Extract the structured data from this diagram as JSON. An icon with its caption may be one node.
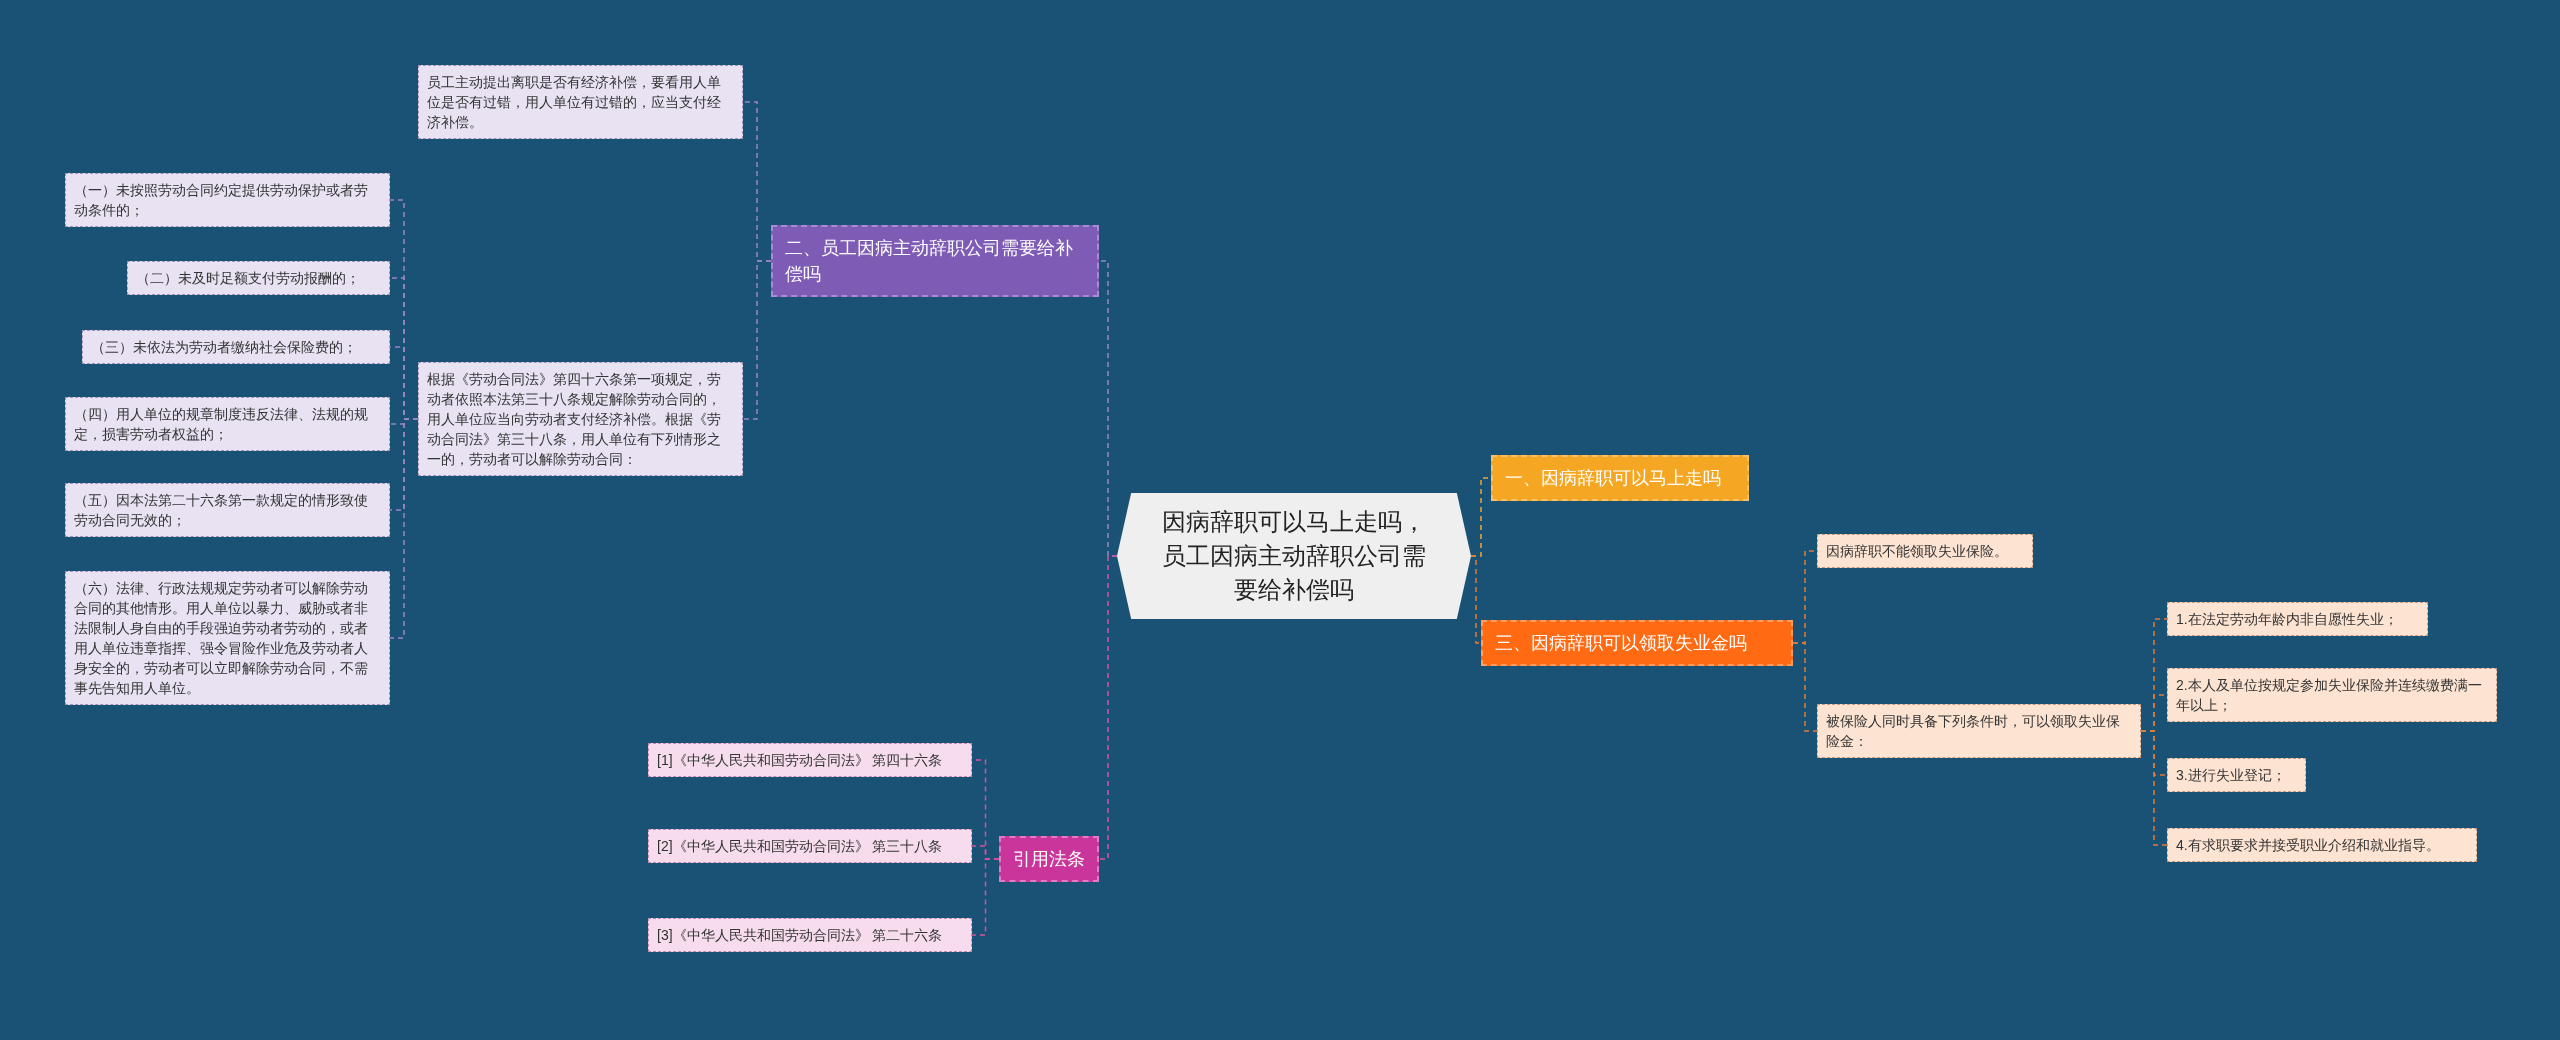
{
  "diagram": {
    "nodes": [
      {
        "text": [
          "因病辞职可以马上走吗，员工因病主动辞职公司需要给补偿吗"
        ]
      },
      {
        "text": [
          "一、因病辞职可以马上走吗"
        ]
      },
      {
        "text": [
          "三、因病辞职可以领取失业金吗"
        ]
      },
      {
        "text": [
          "因病辞职不能领取失业保险。"
        ]
      },
      {
        "text": [
          "被保险人同时具备下列条件时，可以领取失业保险金："
        ]
      },
      {
        "text": [
          "1.在法定劳动年龄内非自愿性失业；"
        ]
      },
      {
        "text": [
          "2.本人及单位按规定参加失业保险并连续缴费满一年以上；"
        ]
      },
      {
        "text": [
          "3.进行失业登记；"
        ]
      },
      {
        "text": [
          "4.有求职要求并接受职业介绍和就业指导。"
        ]
      },
      {
        "text": [
          "二、员工因病主动辞职公司需要给补偿吗"
        ]
      },
      {
        "text": [
          "员工主动提出离职是否有经济补偿，要看用人单位是否有过错，用人单位有过错的，应当支付经济补偿。"
        ]
      },
      {
        "text": [
          "根据《劳动合同法》第四十六条第一项规定，劳动者依照本法第三十八条规定解除劳动合同的，用人单位应当向劳动者支付经济补偿。根据《劳动合同法》第三十八条，用人单位有下列情形之一的，劳动者可以解除劳动合同："
        ]
      },
      {
        "text": [
          "（一）未按照劳动合同约定提供劳动保护或者劳动条件的；"
        ]
      },
      {
        "text": [
          "（二）未及时足额支付劳动报酬的；"
        ]
      },
      {
        "text": [
          "（三）未依法为劳动者缴纳社会保险费的；"
        ]
      },
      {
        "text": [
          "（四）用人单位的规章制度违反法律、法规的规定，损害劳动者权益的；"
        ]
      },
      {
        "text": [
          "（五）因本法第二十六条第一款规定的情形致使劳动合同无效的；"
        ]
      },
      {
        "text": [
          "（六）法律、行政法规规定劳动者可以解除劳动合同的其他情形。用人单位以暴力、威胁或者非法限制人身自由的手段强迫劳动者劳动的，或者用人单位违章指挥、强令冒险作业危及劳动者人身安全的，劳动者可以立即解除劳动合同，不需事先告知用人单位。"
        ]
      },
      {
        "text": [
          "引用法条"
        ]
      },
      {
        "text": [
          "[1]《中华人民共和国劳动合同法》 第四十六条"
        ]
      },
      {
        "text": [
          "[2]《中华人民共和国劳动合同法》 第三十八条"
        ]
      },
      {
        "text": [
          "[3]《中华人民共和国劳动合同法》 第二十六条"
        ]
      }
    ],
    "edges": [
      {
        "from": 0,
        "to": 1,
        "arrow": "none",
        "style": "dashed",
        "color": "#f0a830"
      },
      {
        "from": 0,
        "to": 2,
        "arrow": "none",
        "style": "dashed",
        "color": "#e07b39"
      },
      {
        "from": 2,
        "to": 3,
        "arrow": "none",
        "style": "dashed",
        "color": "#e07b39"
      },
      {
        "from": 2,
        "to": 4,
        "arrow": "none",
        "style": "dashed",
        "color": "#e07b39"
      },
      {
        "from": 4,
        "to": 5,
        "arrow": "none",
        "style": "dashed",
        "color": "#e07b39"
      },
      {
        "from": 4,
        "to": 6,
        "arrow": "none",
        "style": "dashed",
        "color": "#e07b39"
      },
      {
        "from": 4,
        "to": 7,
        "arrow": "none",
        "style": "dashed",
        "color": "#e07b39"
      },
      {
        "from": 4,
        "to": 8,
        "arrow": "none",
        "style": "dashed",
        "color": "#e07b39"
      },
      {
        "from": 0,
        "to": 9,
        "arrow": "none",
        "style": "dashed"
      },
      {
        "from": 9,
        "to": 10,
        "arrow": "none",
        "style": "dashed"
      },
      {
        "from": 9,
        "to": 11,
        "arrow": "none",
        "style": "dashed"
      },
      {
        "from": 11,
        "to": 12,
        "arrow": "none",
        "style": "dashed"
      },
      {
        "from": 11,
        "to": 13,
        "arrow": "none",
        "style": "dashed"
      },
      {
        "from": 11,
        "to": 14,
        "arrow": "none",
        "style": "dashed"
      },
      {
        "from": 11,
        "to": 15,
        "arrow": "none",
        "style": "dashed"
      },
      {
        "from": 11,
        "to": 16,
        "arrow": "none",
        "style": "dashed"
      },
      {
        "from": 11,
        "to": 17,
        "arrow": "none",
        "style": "dashed"
      },
      {
        "from": 0,
        "to": 18,
        "arrow": "none",
        "style": "dashed",
        "color": "#d2549d"
      },
      {
        "from": 18,
        "to": 19,
        "arrow": "none",
        "style": "dashed",
        "color": "#d2549d"
      },
      {
        "from": 18,
        "to": 20,
        "arrow": "none",
        "style": "dashed",
        "color": "#d2549d"
      },
      {
        "from": 18,
        "to": 21,
        "arrow": "none",
        "style": "dashed",
        "color": "#d2549d"
      }
    ]
  }
}
